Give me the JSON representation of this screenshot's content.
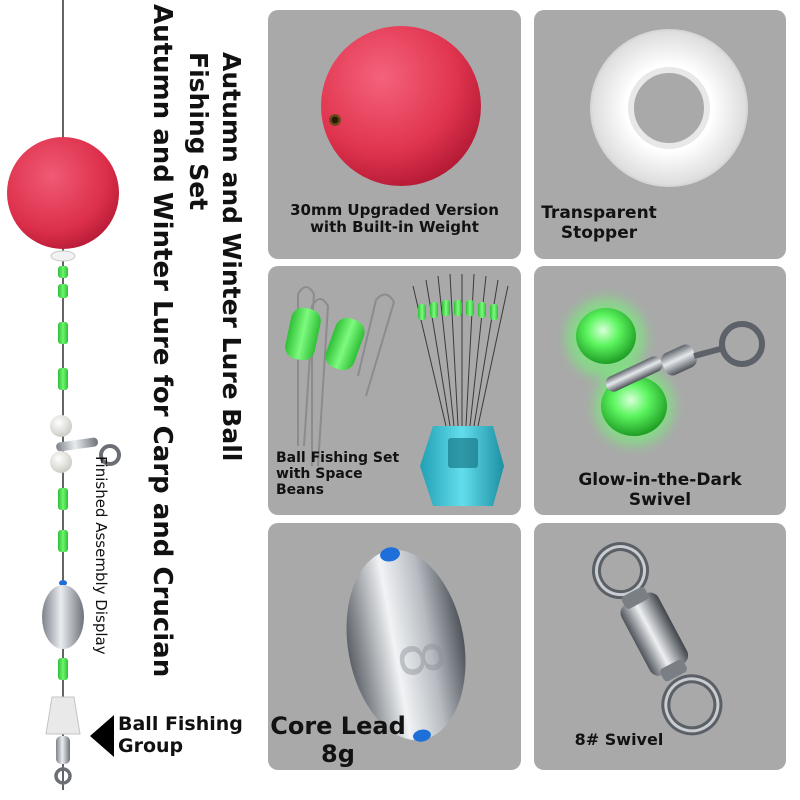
{
  "heading": {
    "line1": "Autumn and Winter Lure Ball",
    "line2": "Fishing Set",
    "line3": "Autumn and Winter Lure for Carp and Crucian"
  },
  "assembly_caption": "Finished Assembly Display",
  "group_label": {
    "line1": "Ball Fishing",
    "line2": "Group"
  },
  "cards": {
    "ball": {
      "line1": "30mm Upgraded Version",
      "line2": "with Built-in Weight"
    },
    "stopper": {
      "line1": "Transparent",
      "line2": "Stopper"
    },
    "space_beans": {
      "line1": "Ball Fishing Set",
      "line2": "with Space",
      "line3": "Beans"
    },
    "glow_swivel": {
      "line1": "Glow-in-the-Dark",
      "line2": "Swivel"
    },
    "core_lead": {
      "line1": "Core Lead",
      "line2": "8g"
    },
    "swivel": {
      "line1": "8# Swivel"
    }
  },
  "colors": {
    "ball_red": "#e0344f",
    "bean_green": "#44e04a",
    "card_bg": "#a9a9a9",
    "lead_silver": "#b8bcc2",
    "accent_blue": "#1e6fd9"
  }
}
